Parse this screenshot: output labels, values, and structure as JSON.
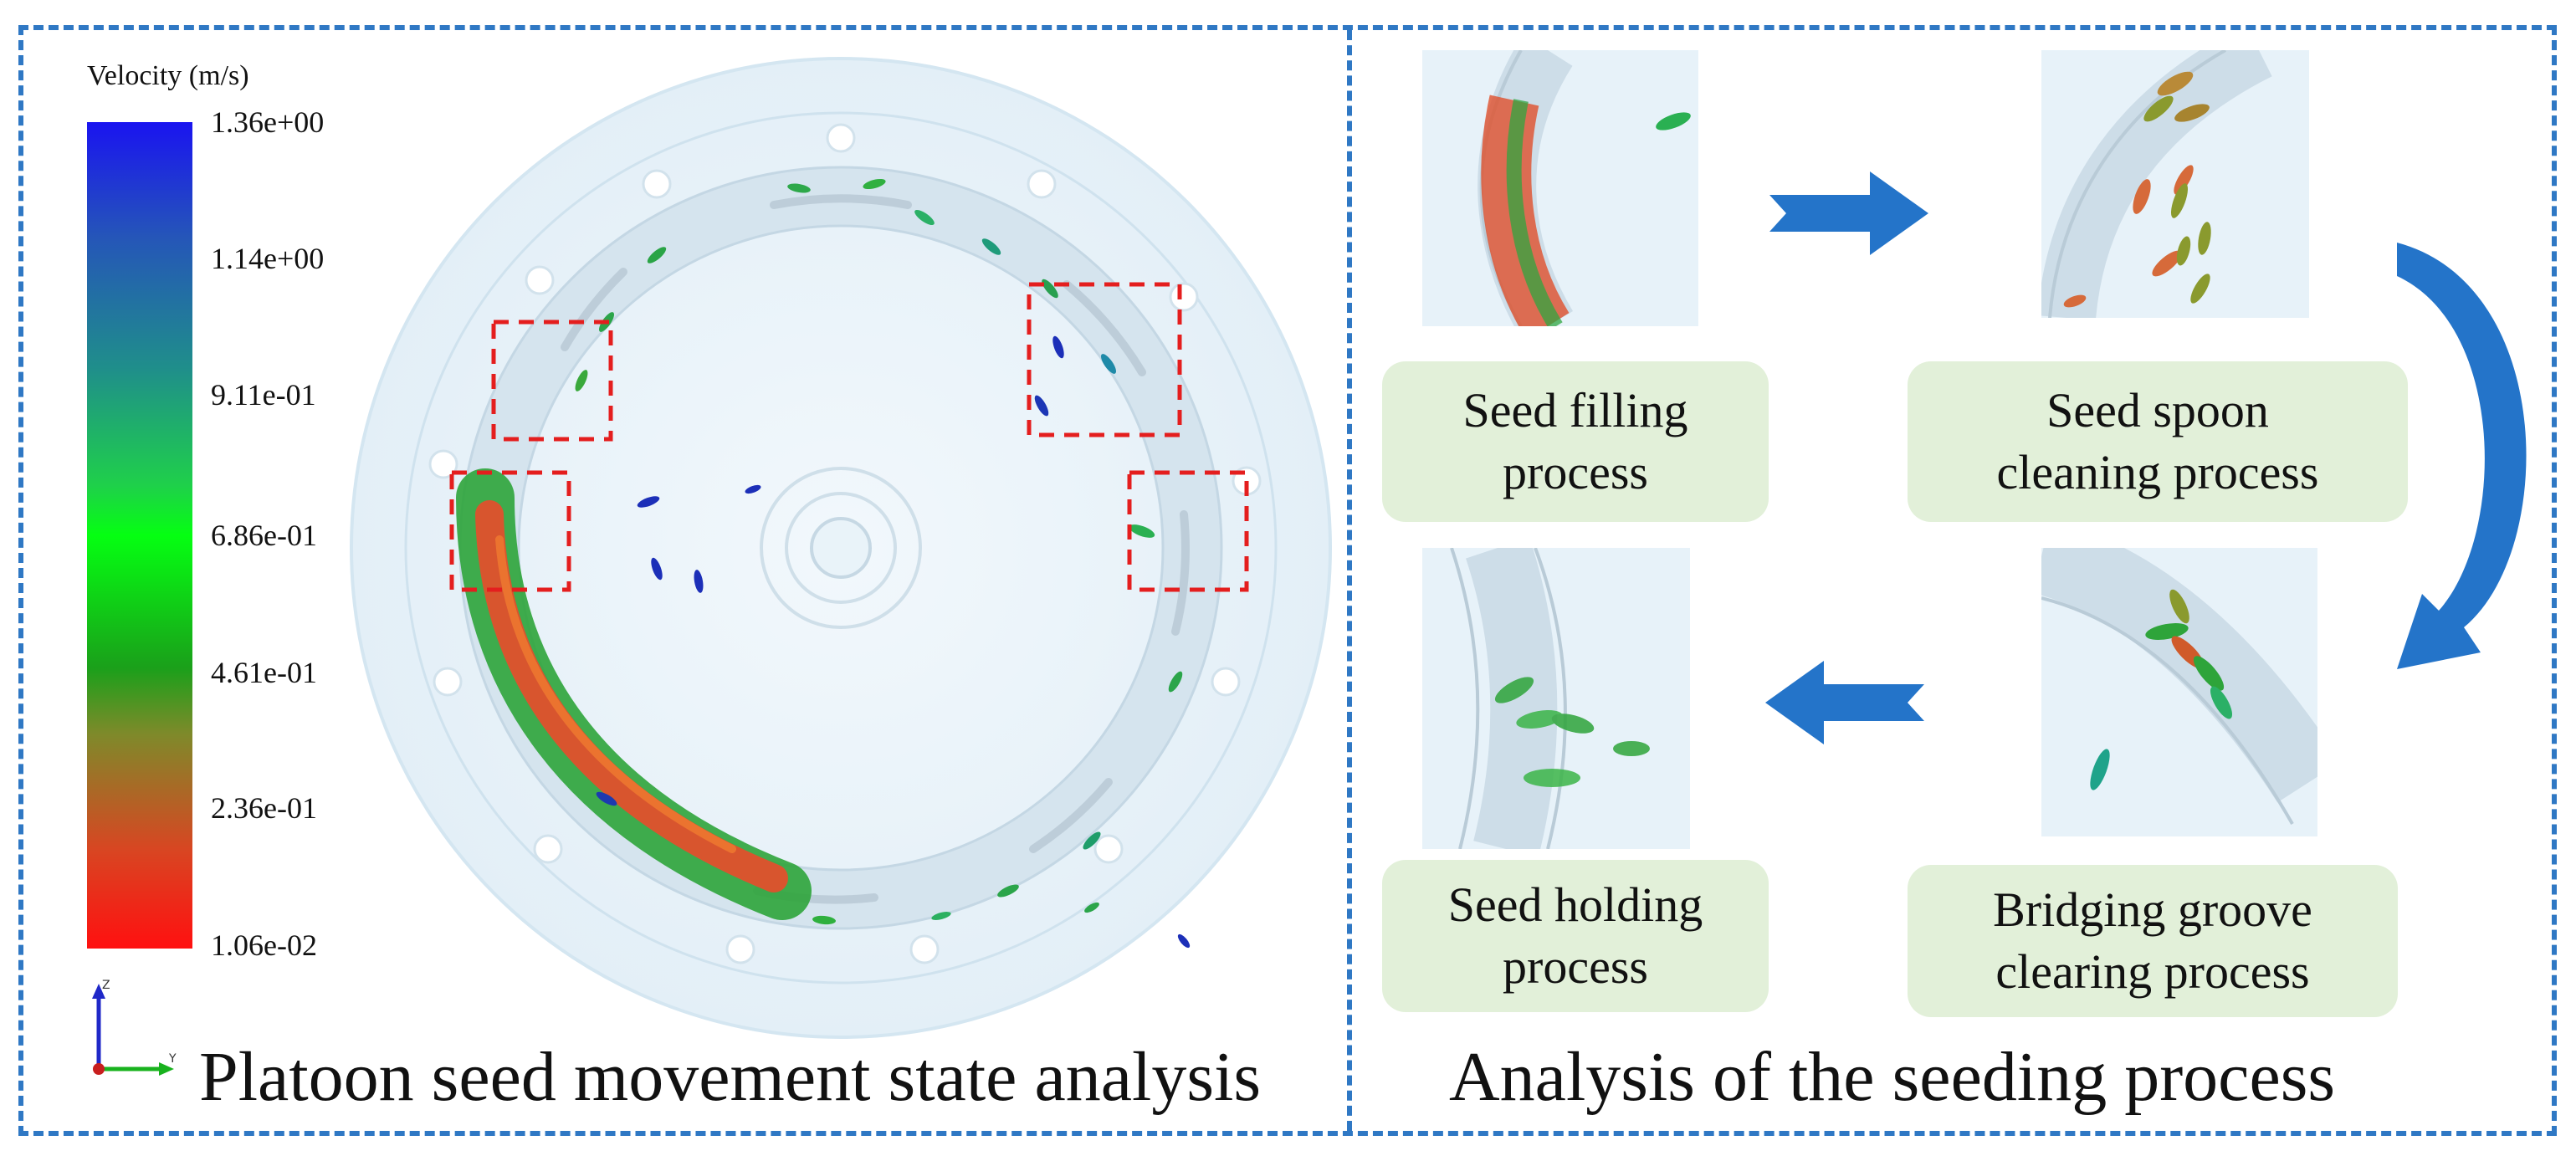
{
  "left_panel": {
    "title": "Platoon seed movement state analysis",
    "legend_title": "Velocity (m/s)",
    "ticks": [
      "1.36e+00",
      "1.14e+00",
      "9.11e-01",
      "6.86e-01",
      "4.61e-01",
      "2.36e-01",
      "1.06e-02"
    ],
    "axis_labels": {
      "vertical": "Z",
      "horizontal": "Y"
    }
  },
  "right_panel": {
    "title": "Analysis of the seeding process",
    "stages": {
      "filling": {
        "line1": "Seed filling",
        "line2": "process"
      },
      "spoon": {
        "line1": "Seed spoon",
        "line2": "cleaning process"
      },
      "holding": {
        "line1": "Seed holding",
        "line2": "process"
      },
      "bridging": {
        "line1": "Bridging groove",
        "line2": "clearing process"
      }
    }
  },
  "colors": {
    "frame_dash": "#2f78c4",
    "arrow_blue": "#2474c9",
    "label_bg": "#e2f0d9",
    "highlight_box": "#e41e1e"
  }
}
